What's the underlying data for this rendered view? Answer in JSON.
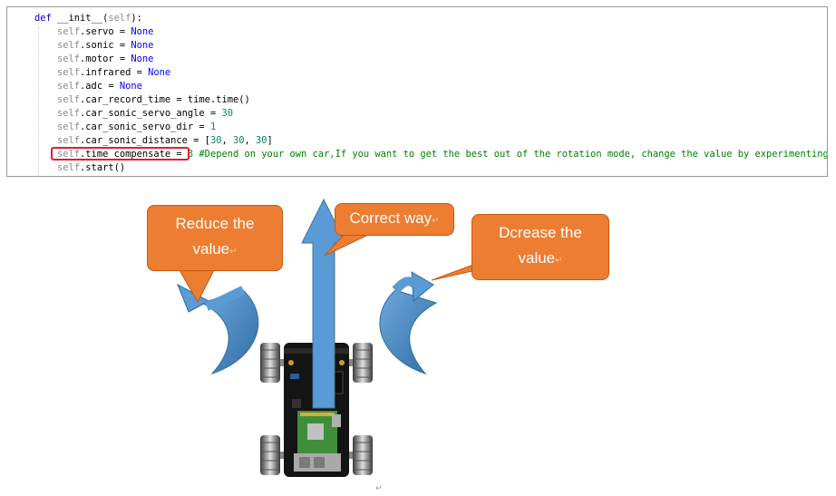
{
  "code": {
    "lines": [
      [
        {
          "t": "def ",
          "c": "kw"
        },
        {
          "t": "__init__",
          "c": "plain"
        },
        {
          "t": "(",
          "c": "plain"
        },
        {
          "t": "self",
          "c": "self"
        },
        {
          "t": "):",
          "c": "plain"
        }
      ],
      [
        {
          "t": "    self",
          "c": "self"
        },
        {
          "t": ".servo = ",
          "c": "plain"
        },
        {
          "t": "None",
          "c": "none"
        }
      ],
      [
        {
          "t": "    self",
          "c": "self"
        },
        {
          "t": ".sonic = ",
          "c": "plain"
        },
        {
          "t": "None",
          "c": "none"
        }
      ],
      [
        {
          "t": "    self",
          "c": "self"
        },
        {
          "t": ".motor = ",
          "c": "plain"
        },
        {
          "t": "None",
          "c": "none"
        }
      ],
      [
        {
          "t": "    self",
          "c": "self"
        },
        {
          "t": ".infrared = ",
          "c": "plain"
        },
        {
          "t": "None",
          "c": "none"
        }
      ],
      [
        {
          "t": "    self",
          "c": "self"
        },
        {
          "t": ".adc = ",
          "c": "plain"
        },
        {
          "t": "None",
          "c": "none"
        }
      ],
      [
        {
          "t": "    self",
          "c": "self"
        },
        {
          "t": ".car_record_time = time.time()",
          "c": "plain"
        }
      ],
      [
        {
          "t": "    self",
          "c": "self"
        },
        {
          "t": ".car_sonic_servo_angle = ",
          "c": "plain"
        },
        {
          "t": "30",
          "c": "num"
        }
      ],
      [
        {
          "t": "    self",
          "c": "self"
        },
        {
          "t": ".car_sonic_servo_dir = ",
          "c": "plain"
        },
        {
          "t": "1",
          "c": "num"
        }
      ],
      [
        {
          "t": "    self",
          "c": "self"
        },
        {
          "t": ".car_sonic_distance = [",
          "c": "plain"
        },
        {
          "t": "30",
          "c": "num"
        },
        {
          "t": ", ",
          "c": "plain"
        },
        {
          "t": "30",
          "c": "num"
        },
        {
          "t": ", ",
          "c": "plain"
        },
        {
          "t": "30",
          "c": "num"
        },
        {
          "t": "]",
          "c": "plain"
        }
      ],
      [
        {
          "t": "    self",
          "c": "self"
        },
        {
          "t": ".time_compensate = ",
          "c": "plain"
        },
        {
          "t": "3",
          "c": "num"
        },
        {
          "t": " #Depend on your own car,If you want to get the best out of the rotation mode, change the value by experimenting.",
          "c": "cmt"
        }
      ],
      [
        {
          "t": "    self",
          "c": "self"
        },
        {
          "t": ".start()",
          "c": "plain"
        }
      ]
    ]
  },
  "callouts": {
    "reduce": {
      "line1": "Reduce the",
      "line2": "value"
    },
    "correct": {
      "line1": "Correct way"
    },
    "decrease": {
      "line1": "Dcrease the",
      "line2": "value"
    }
  },
  "colors": {
    "callout_fill": "#ed7d31",
    "arrow_fill": "#5b9bd5",
    "highlight": "#e31e24"
  }
}
